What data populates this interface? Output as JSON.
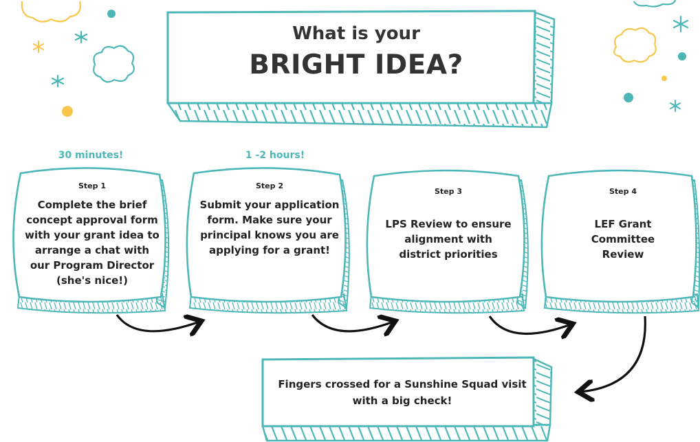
{
  "title": {
    "line1": "What is your",
    "line2": "BRIGHT IDEA?"
  },
  "colors": {
    "teal": "#4db6b6",
    "yellow": "#f7c64b",
    "text": "#222222",
    "arrow": "#111111"
  },
  "steps": [
    {
      "time_label": "30 minutes!",
      "step_label": "Step 1",
      "text": "Complete the brief concept approval form with your grant idea to arrange a chat with our Program Director (she's nice!)"
    },
    {
      "time_label": "1 -2 hours!",
      "step_label": "Step 2",
      "text": "Submit your application form. Make sure your principal knows you are applying for a grant!"
    },
    {
      "time_label": "",
      "step_label": "Step 3",
      "text": "LPS Review to ensure alignment with district priorities"
    },
    {
      "time_label": "",
      "step_label": "Step 4",
      "text": "LEF Grant Committee Review"
    }
  ],
  "final": {
    "text": "Fingers crossed for a Sunshine Squad visit with a big check!"
  },
  "decorations": {
    "icons": [
      "cloud-icon",
      "sparkle-icon",
      "dot-icon"
    ]
  }
}
